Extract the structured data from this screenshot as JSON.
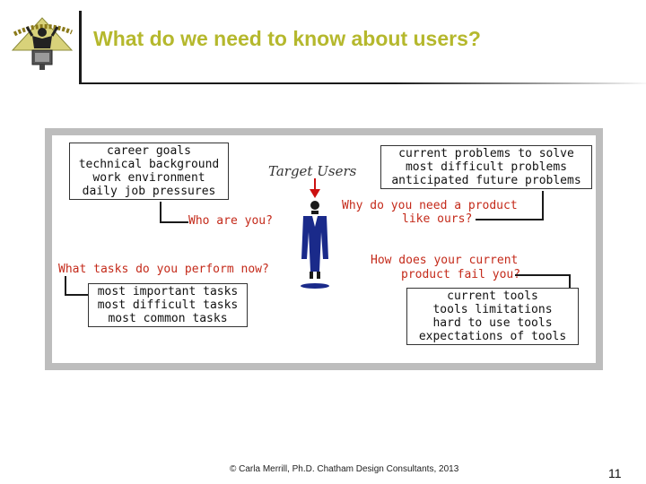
{
  "slide": {
    "title": "What do we need to know about users?",
    "footer": "© Carla Merrill, Ph.D.  Chatham Design Consultants, 2013",
    "page_number": "11"
  },
  "logo": {
    "icon": "user-computer-logo-icon"
  },
  "diagram": {
    "center_label": "Target Users",
    "boxes": {
      "who": [
        "career goals",
        "technical background",
        "work environment",
        "daily job pressures"
      ],
      "why": [
        "current problems to solve",
        "most difficult problems",
        "anticipated future problems"
      ],
      "tasks": [
        "most important tasks",
        "most difficult tasks",
        "most common tasks"
      ],
      "fail": [
        "current tools",
        "tools limitations",
        "hard to use tools",
        "expectations of tools"
      ]
    },
    "questions": {
      "who": "Who are you?",
      "why_1": "Why do you need a product",
      "why_2": "like ours?",
      "tasks": "What tasks do you perform now?",
      "fail_1": "How does your current",
      "fail_2": "product fail you?"
    },
    "colors": {
      "question": "#c42a1a",
      "figure": "#1a2a8a",
      "arrow": "#cc1111"
    }
  }
}
